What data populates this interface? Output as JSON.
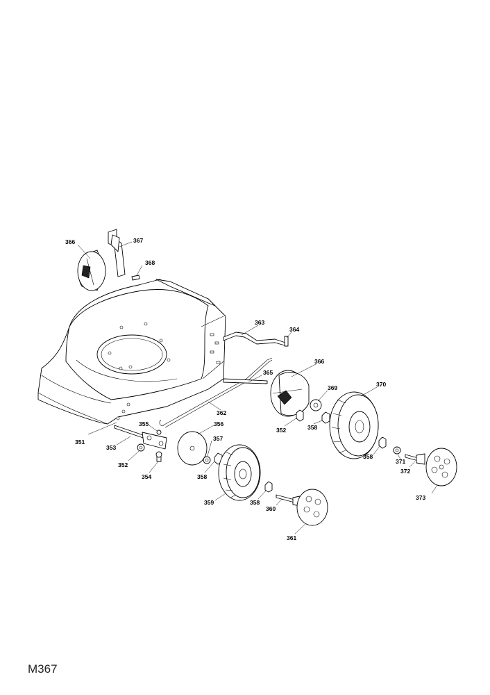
{
  "drawing_code": "M367",
  "callouts": {
    "p351": "351",
    "p352a": "352",
    "p352b": "352",
    "p353": "353",
    "p354": "354",
    "p355": "355",
    "p356": "356",
    "p357": "357",
    "p358a": "358",
    "p358b": "358",
    "p358c": "358",
    "p358d": "358",
    "p359": "359",
    "p360": "360",
    "p361": "361",
    "p362": "362",
    "p363": "363",
    "p364": "364",
    "p365": "365",
    "p366a": "366",
    "p366b": "366",
    "p367": "367",
    "p368": "368",
    "p369": "369",
    "p370": "370",
    "p371": "371",
    "p372": "372",
    "p373": "373"
  }
}
